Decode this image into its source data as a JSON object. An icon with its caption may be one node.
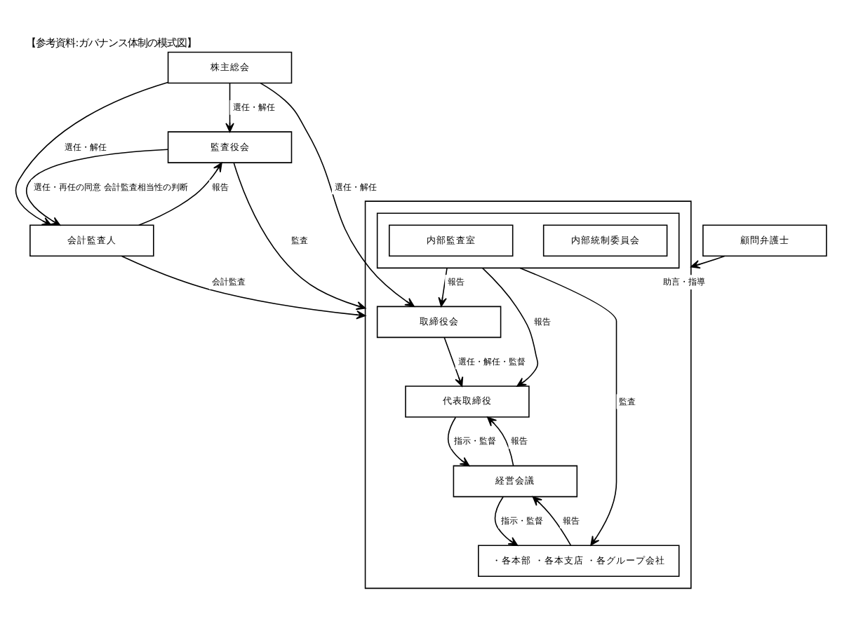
{
  "diagram": {
    "title": "【参考資料:ガバナンス体制の模式図】",
    "nodes": [
      {
        "text": [
          "株主総会"
        ]
      },
      {
        "text": [],
        "shape": "box"
      },
      {
        "text": [
          "取締役会"
        ],
        "in": 1
      },
      {
        "text": [
          "代表取締役"
        ],
        "in": 1
      },
      {
        "text": [],
        "shape": "box",
        "in": 1
      },
      {
        "text": [
          "内部統制委員会"
        ],
        "in": 4
      },
      {
        "text": [
          "内部監査室"
        ],
        "in": 4
      },
      {
        "text": [
          "経営会議"
        ],
        "in": 1
      },
      {
        "text": [
          "・各本部 ・各本支店 ・各グループ会社"
        ],
        "in": 1
      },
      {
        "text": [
          "監査役会"
        ]
      },
      {
        "text": [
          "会計監査人"
        ]
      },
      {
        "text": [
          "顧問弁護士"
        ]
      }
    ],
    "edges": [
      {
        "from": 0,
        "to": 2,
        "arrow": "to",
        "label": "選任・解任"
      },
      {
        "from": 0,
        "to": 9,
        "arrow": "to",
        "label": "選任・解任"
      },
      {
        "from": 0,
        "to": 10,
        "arrow": "to",
        "label": "選任・解任"
      },
      {
        "from": 2,
        "to": 3,
        "arrow": "to",
        "label": "選任・解任・監督"
      },
      {
        "from": 3,
        "to": 7,
        "arrow": "to",
        "label": "指示・監督"
      },
      {
        "from": 7,
        "to": 3,
        "arrow": "to",
        "label": "報告"
      },
      {
        "from": 7,
        "to": 8,
        "arrow": "to",
        "label": "指示・監督"
      },
      {
        "from": 8,
        "to": 7,
        "arrow": "to",
        "label": "報告"
      },
      {
        "from": 4,
        "to": 2,
        "arrow": "to",
        "label": "報告"
      },
      {
        "from": 4,
        "to": 3,
        "arrow": "to",
        "label": "報告"
      },
      {
        "from": 4,
        "to": 8,
        "arrow": "to",
        "label": "監査"
      },
      {
        "from": 9,
        "to": 1,
        "arrow": "to",
        "label": "監査"
      },
      {
        "from": 9,
        "to": 10,
        "arrow": "to",
        "label": "選任・再任の同意 会計監査相当性の判断"
      },
      {
        "from": 10,
        "to": 9,
        "arrow": "to",
        "label": "報告"
      },
      {
        "from": 10,
        "to": 1,
        "arrow": "to",
        "label": "会計監査"
      },
      {
        "from": 11,
        "to": 1,
        "arrow": "to",
        "label": "助言・指導"
      }
    ]
  }
}
